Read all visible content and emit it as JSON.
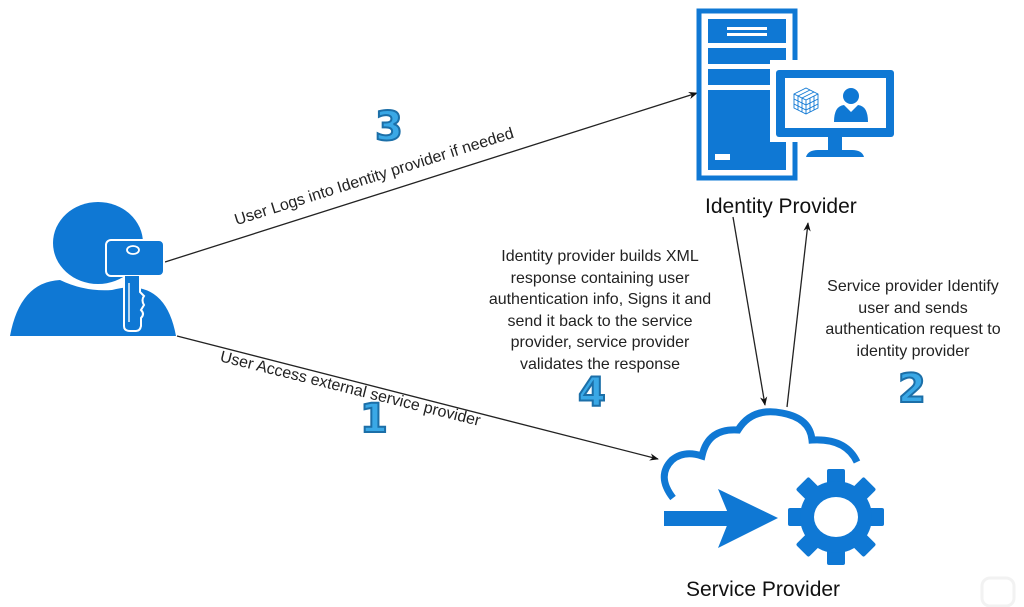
{
  "diagram": {
    "type": "SAML single sign-on flow",
    "accent_color": "#0f78d4",
    "step_color": "#3aa8e6",
    "nodes": {
      "user": {
        "label": "",
        "icon": "user-with-key-icon"
      },
      "identity_provider": {
        "label": "Identity Provider",
        "icon": "server-with-monitor-icon"
      },
      "service_provider": {
        "label": "Service Provider",
        "icon": "cloud-arrow-gear-icon"
      }
    },
    "edges": [
      {
        "from": "user",
        "to": "service_provider",
        "step": "1",
        "label": "User Access external service provider"
      },
      {
        "from": "service_provider",
        "to": "identity_provider",
        "step": "2",
        "label": "Service provider Identify user and sends authentication request to identity provider"
      },
      {
        "from": "user",
        "to": "identity_provider",
        "step": "3",
        "label": "User Logs into Identity provider if needed"
      },
      {
        "from": "identity_provider",
        "to": "service_provider",
        "step": "4",
        "label": "Identity provider builds XML response containing user authentication info, Signs it and send it back to the service provider, service provider validates the response"
      }
    ],
    "desc_lines": {
      "step2": [
        "Service provider Identify",
        "user and sends",
        "authentication request to",
        "identity provider"
      ],
      "step4": [
        "Identity provider builds XML",
        "response containing user",
        "authentication info, Signs it and",
        "send it back to the service",
        "provider, service provider",
        "validates the response"
      ]
    }
  }
}
